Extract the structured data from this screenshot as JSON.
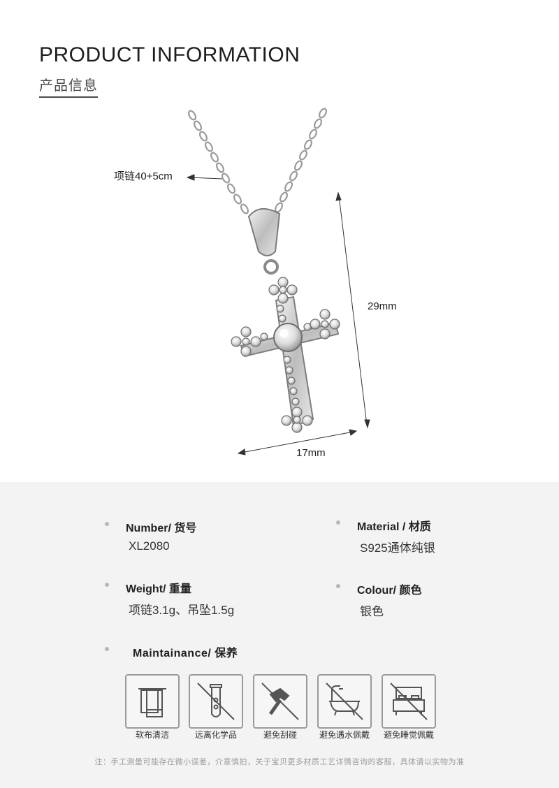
{
  "header": {
    "title_en": "PRODUCT INFORMATION",
    "title_cn": "产品信息"
  },
  "dimensions": {
    "necklace_length": "项链40+5cm",
    "height": "29mm",
    "width": "17mm"
  },
  "specs": {
    "number": {
      "label": "Number/ 货号",
      "value": "XL2080"
    },
    "material": {
      "label": "Material / 材质",
      "value": "S925通体纯银"
    },
    "weight": {
      "label": "Weight/ 重量",
      "value": "项链3.1g、吊坠1.5g"
    },
    "colour": {
      "label": "Colour/ 颜色",
      "value": "银色"
    },
    "maintenance": {
      "label": "Maintainance/ 保养"
    }
  },
  "care_items": [
    {
      "icon": "towel-icon",
      "label": "软布清洁"
    },
    {
      "icon": "test-tube-icon",
      "label": "远离化学品"
    },
    {
      "icon": "hammer-icon",
      "label": "避免刮碰"
    },
    {
      "icon": "bathtub-icon",
      "label": "避免遇水佩戴"
    },
    {
      "icon": "bed-icon",
      "label": "避免睡觉佩戴"
    }
  ],
  "footer_note": "注：手工测量可能存在微小误差，介意慎拍，关于宝贝更多材质工艺详情咨询的客服，具体请以实物为准",
  "colors": {
    "panel_bg": "#f3f3f3",
    "text": "#222222",
    "icon_stroke": "#555555"
  }
}
